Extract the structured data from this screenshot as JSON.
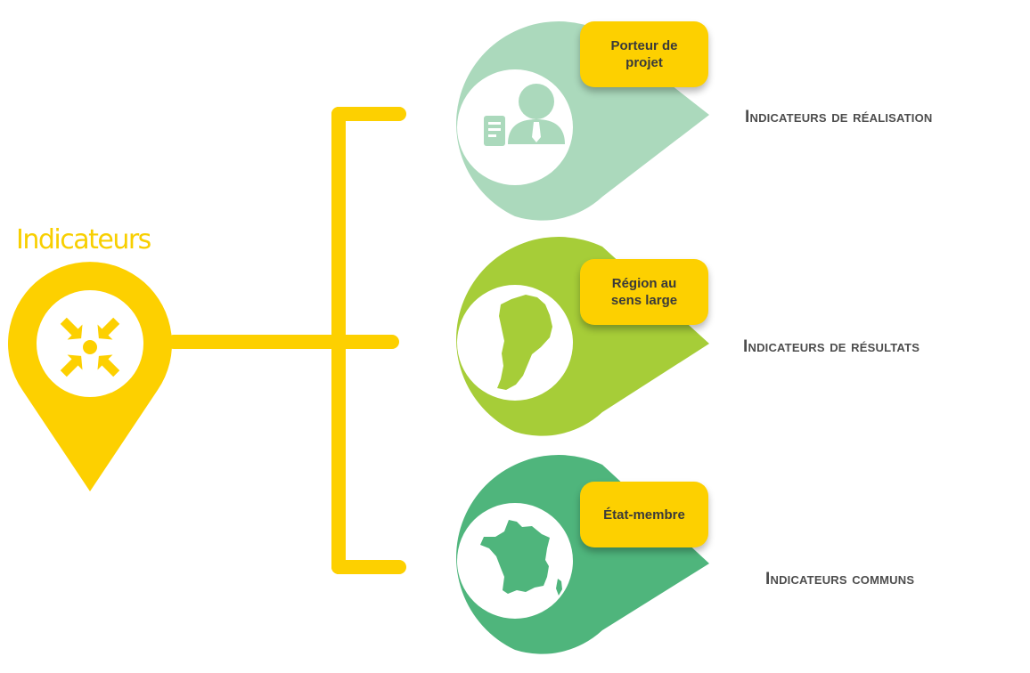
{
  "main": {
    "title": "Indicateurs",
    "icon": "converging-arrows-icon",
    "color": "#FDD000"
  },
  "connector": {
    "color": "#FDD000"
  },
  "branches": [
    {
      "tag": "Porteur de projet",
      "label": "Indicateurs de réalisation",
      "icon": "project-manager-icon",
      "pin_color": "#ABD9BC"
    },
    {
      "tag": "Région au sens large",
      "label": "Indicateurs de résultats",
      "icon": "region-map-icon",
      "pin_color": "#A6CD38"
    },
    {
      "tag": "État-membre",
      "label": "Indicateurs communs",
      "icon": "france-map-icon",
      "pin_color": "#4FB57C"
    }
  ]
}
